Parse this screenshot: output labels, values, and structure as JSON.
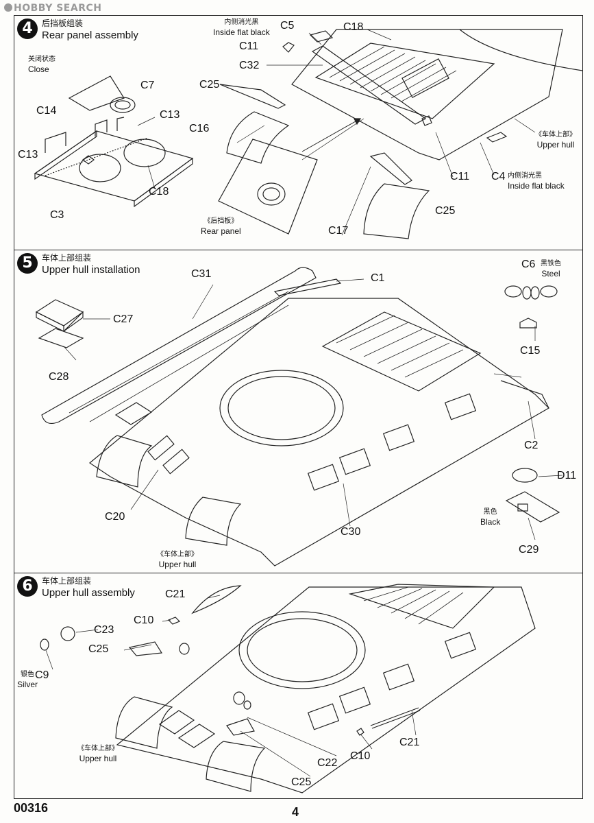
{
  "watermark": "HOBBY SEARCH",
  "steps": [
    {
      "number": "4",
      "title_cn": "后挡板组装",
      "title_en": "Rear panel assembly",
      "parts": [
        "C5",
        "C18",
        "C11",
        "C32",
        "C25",
        "C16",
        "C7",
        "C14",
        "C13",
        "C13",
        "C18",
        "C3",
        "C11",
        "C4",
        "C25",
        "C17"
      ],
      "notes": {
        "inside_flat_black_cn": "内侧消光黑",
        "inside_flat_black_en": "Inside flat black",
        "close_cn": "关闭状态",
        "close_en": "Close",
        "upper_hull_cn": "《车体上部》",
        "upper_hull_en": "Upper hull",
        "inside_flat_black2_cn": "内侧消光黑",
        "inside_flat_black2_en": "Inside flat black",
        "rear_panel_cn": "《后挡板》",
        "rear_panel_en": "Rear panel"
      }
    },
    {
      "number": "5",
      "title_cn": "车体上部组装",
      "title_en": "Upper hull installation",
      "parts": [
        "C31",
        "C1",
        "C6",
        "C27",
        "C15",
        "C28",
        "C2",
        "D11",
        "C20",
        "C30",
        "C29"
      ],
      "notes": {
        "steel_cn": "黑铁色",
        "steel_en": "Steel",
        "black_cn": "黑色",
        "black_en": "Black",
        "upper_hull_cn": "《车体上部》",
        "upper_hull_en": "Upper hull"
      }
    },
    {
      "number": "6",
      "title_cn": "车体上部组装",
      "title_en": "Upper hull assembly",
      "parts": [
        "C21",
        "C10",
        "C23",
        "C25",
        "C9",
        "C22",
        "C21",
        "C10",
        "C25"
      ],
      "notes": {
        "silver_cn": "银色",
        "silver_en": "Silver",
        "upper_hull_cn": "《车体上部》",
        "upper_hull_en": "Upper hull"
      }
    }
  ],
  "footer": {
    "code": "00316",
    "page": "4"
  }
}
